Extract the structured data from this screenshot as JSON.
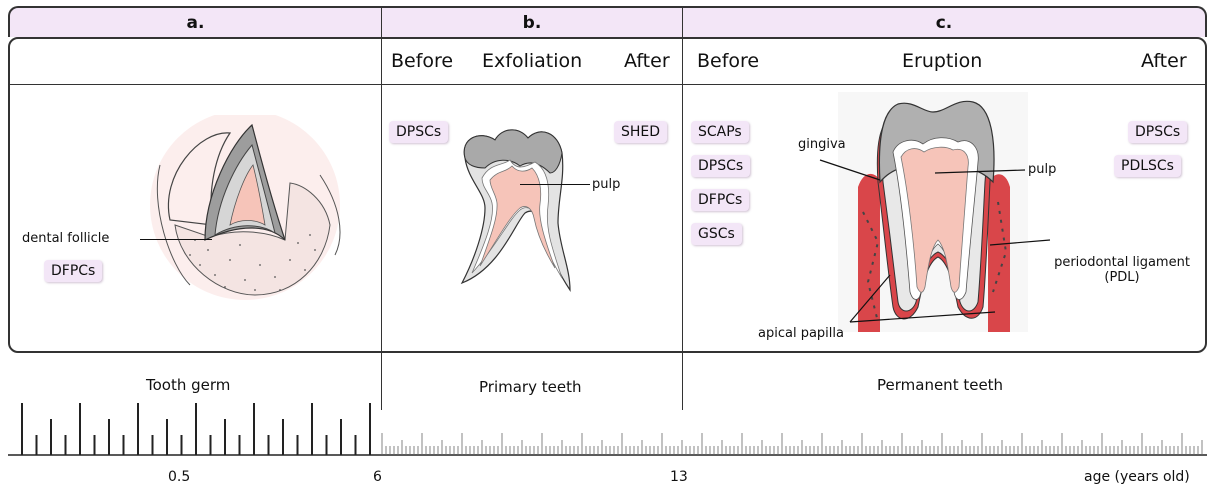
{
  "headers": {
    "a": "a.",
    "b": "b.",
    "c": "c."
  },
  "panel_b": {
    "before": "Before",
    "title": "Exfoliation",
    "after": "After",
    "before_cells": [
      "DPSCs"
    ],
    "after_cells": [
      "SHED"
    ],
    "pulp_label": "pulp"
  },
  "panel_c": {
    "before": "Before",
    "title": "Eruption",
    "after": "After",
    "before_cells": [
      "SCAPs",
      "DPSCs",
      "DFPCs",
      "GSCs"
    ],
    "after_cells": [
      "DPSCs",
      "PDLSCs"
    ],
    "gingiva_label": "gingiva",
    "pulp_label": "pulp",
    "pdl_label_line1": "periodontal ligament",
    "pdl_label_line2": "(PDL)",
    "apical_label": "apical papilla"
  },
  "panel_a": {
    "follicle_label": "dental follicle",
    "cells": [
      "DFPCs"
    ]
  },
  "eras": {
    "a": "Tooth germ",
    "b": "Primary teeth",
    "c": "Permanent teeth"
  },
  "axis": {
    "tick_05": "0.5",
    "tick_6": "6",
    "tick_13": "13",
    "unit": "age (years old)"
  },
  "colors": {
    "header_fill": "#f3e6f7",
    "tag_fill": "#f3e6f7",
    "pulp": "#f6c4b9",
    "gingiva": "#d9464a",
    "enamel": "#a6a6a6"
  }
}
